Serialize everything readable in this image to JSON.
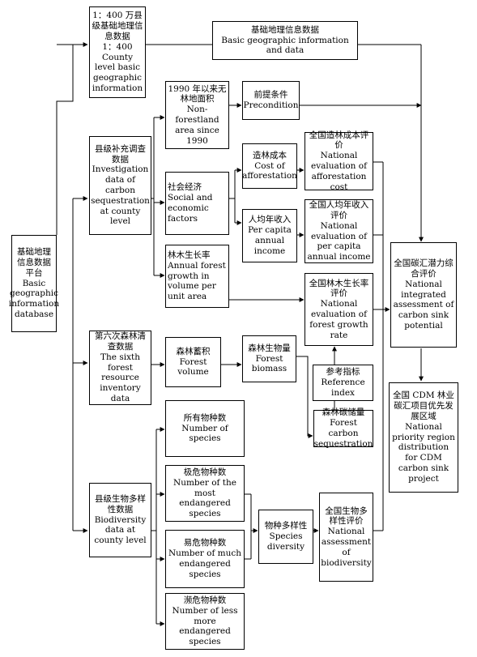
{
  "nodes": {
    "county_map": {
      "zh": "1：400 万县级基础地理信息数据",
      "en": "1：400 County level basic geographic information"
    },
    "basic_geo": {
      "zh": "基础地理信息数据",
      "en": "Basic geographic information and data"
    },
    "platform": {
      "zh": "基础地理信息数据平台",
      "en": "Basic geographic information database"
    },
    "nonforest": {
      "zh": "1990 年以来无林地面积",
      "en": "Non-forestland area since 1990"
    },
    "precondition": {
      "zh": "前提条件",
      "en": "Precondition"
    },
    "county_supp": {
      "zh": "县级补充调查数据",
      "en": "Investigation data of carbon sequestration at county level"
    },
    "afforest_cost": {
      "zh": "造林成本",
      "en": "Cost of afforestation"
    },
    "afforest_eval": {
      "zh": "全国造林成本评价",
      "en": "National evaluation of afforestation cost"
    },
    "socio": {
      "zh": "社会经济",
      "en": "Social and economic factors"
    },
    "income": {
      "zh": "人均年收入",
      "en": "Per capita annual income"
    },
    "income_eval": {
      "zh": "全国人均年收入评价",
      "en": "National evaluation of per capita annual income"
    },
    "growth": {
      "zh": "林木生长率",
      "en": "Annual forest growth in volume per unit area"
    },
    "growth_eval": {
      "zh": "全国林木生长率评价",
      "en": "National evaluation of forest growth rate"
    },
    "national_eval": {
      "zh": "全国碳汇潜力综合评价",
      "en": "National integrated assessment of carbon sink potential"
    },
    "inventory": {
      "zh": "第六次森林清查数据",
      "en": "The sixth forest resource inventory data"
    },
    "volume": {
      "zh": "森林蓄积",
      "en": "Forest volume"
    },
    "biomass": {
      "zh": "森林生物量",
      "en": "Forest biomass"
    },
    "reference": {
      "zh": "参考指标",
      "en": "Reference index"
    },
    "carbon_storage": {
      "zh": "森林碳储量",
      "en": "Forest carbon sequestration"
    },
    "priority": {
      "zh": "全国 CDM 林业碳汇项目优先发展区域",
      "en": "National priority region distribution for CDM carbon sink project"
    },
    "all_species": {
      "zh": "所有物种数",
      "en": "Number of species"
    },
    "most_endangered": {
      "zh": "极危物种数",
      "en": "Number of the most endangered species"
    },
    "bio_data": {
      "zh": "县级生物多样性数据",
      "en": "Biodiversity data at county level"
    },
    "species_div": {
      "zh": "物种多样性",
      "en": "Species diversity"
    },
    "bio_eval": {
      "zh": "全国生物多样性评价",
      "en": "National assessment of biodiversity"
    },
    "much_endangered": {
      "zh": "易危物种数",
      "en": "Number of much endangered species"
    },
    "less_endangered": {
      "zh": "濒危物种数",
      "en": "Number of less more endangered species"
    }
  }
}
